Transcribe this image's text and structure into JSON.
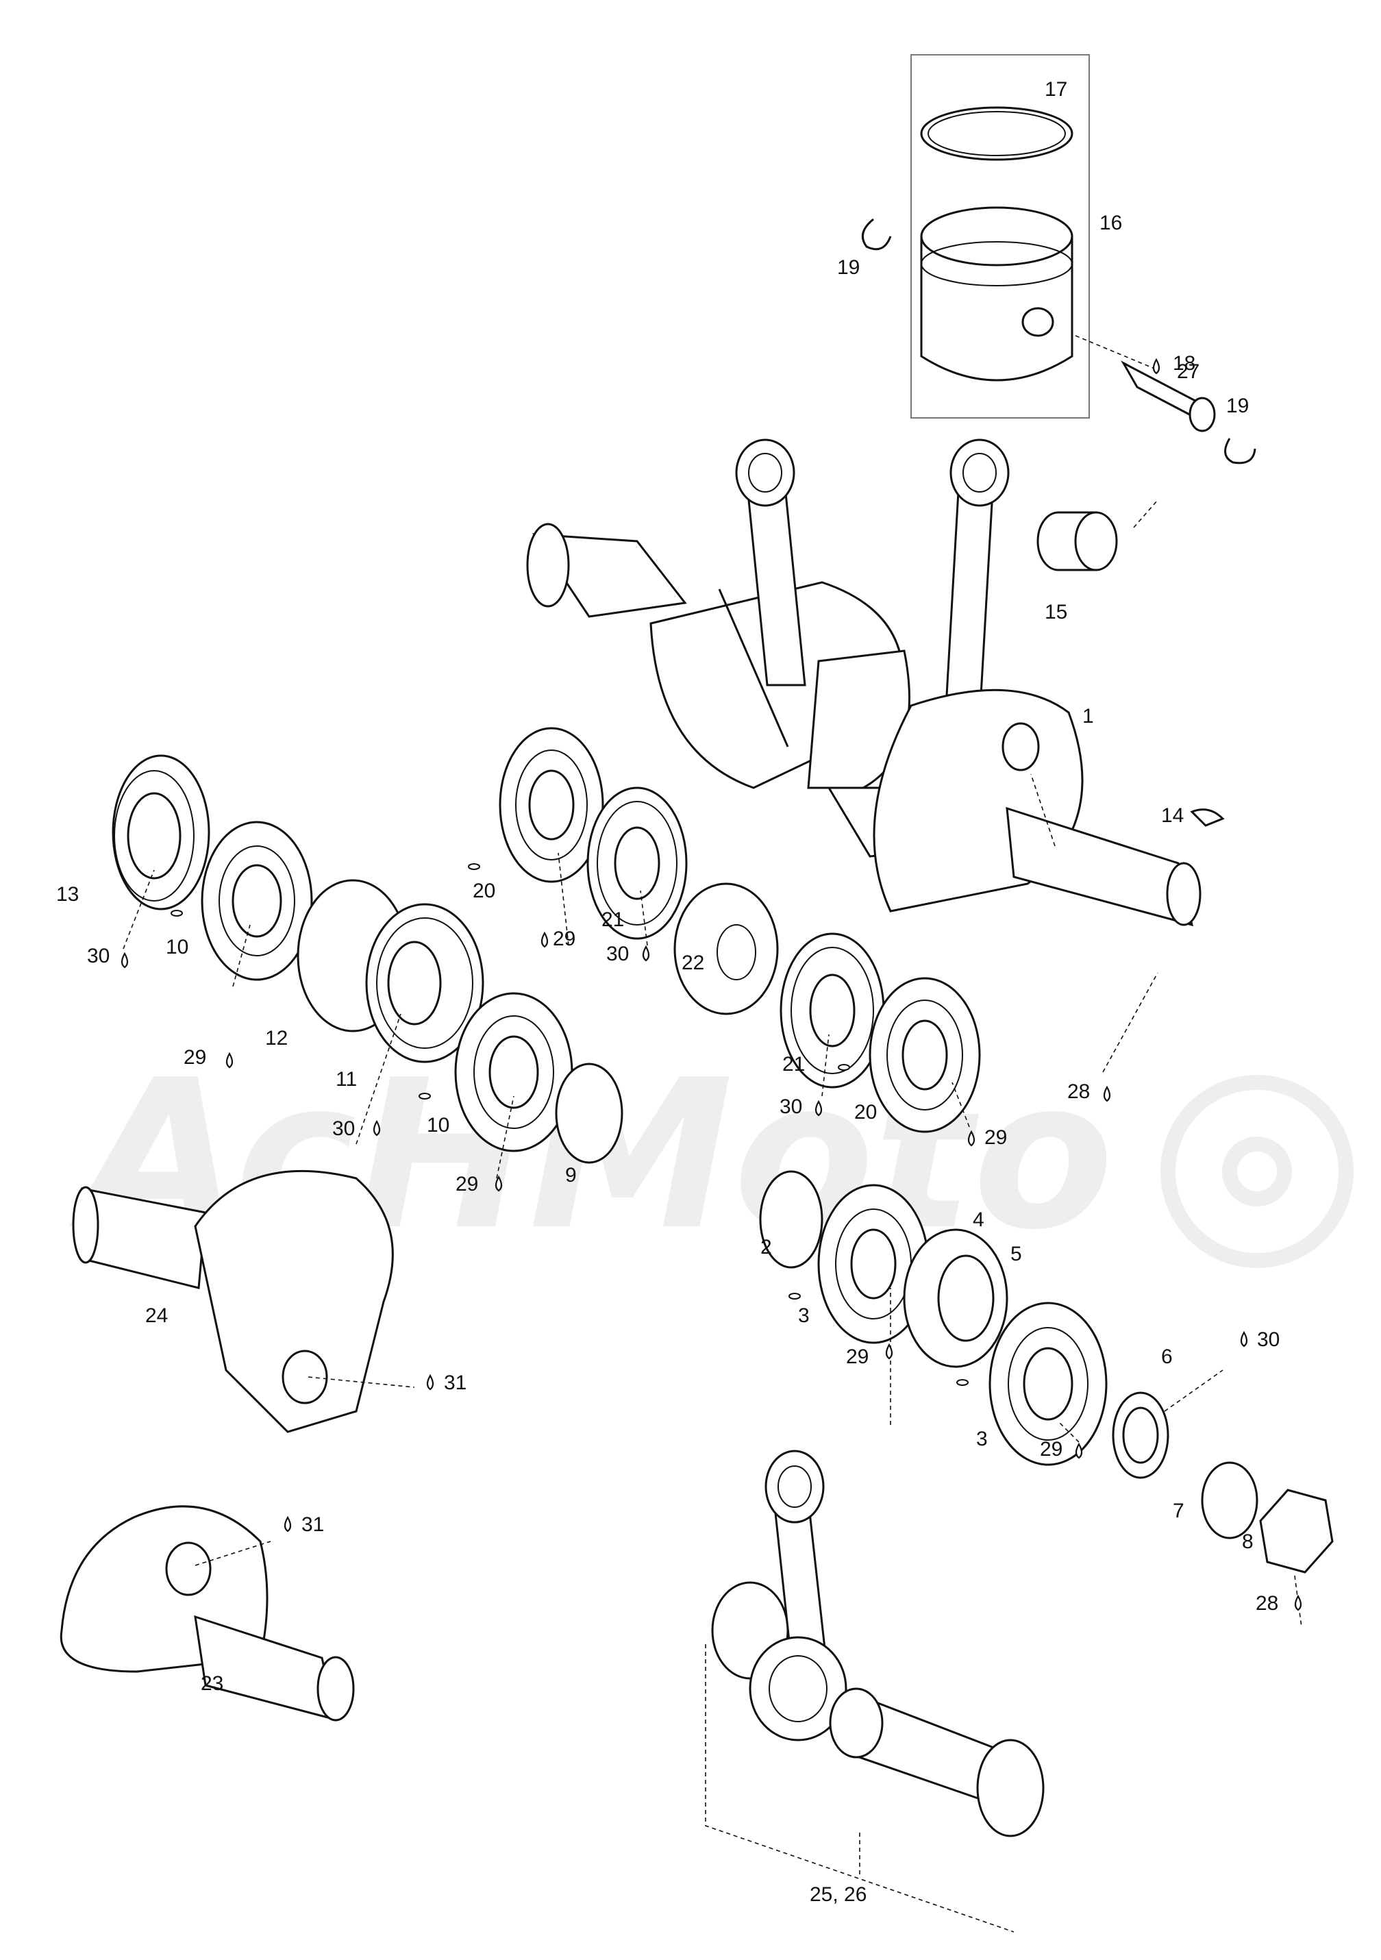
{
  "watermark": "AcHMoto",
  "labels": {
    "l1": "1",
    "l2": "2",
    "l3a": "3",
    "l3b": "3",
    "l4": "4",
    "l5": "5",
    "l6": "6",
    "l7": "7",
    "l8": "8",
    "l9": "9",
    "l10a": "10",
    "l10b": "10",
    "l11": "11",
    "l12": "12",
    "l13": "13",
    "l14": "14",
    "l15": "15",
    "l16": "16",
    "l17": "17",
    "l18": "18",
    "l19a": "19",
    "l19b": "19",
    "l20a": "20",
    "l20b": "20",
    "l21a": "21",
    "l21b": "21",
    "l22": "22",
    "l23": "23",
    "l24": "24",
    "l25": "25, 26",
    "l27": "27",
    "l28a": "28",
    "l28b": "28",
    "l29a": "29",
    "l29b": "29",
    "l29c": "29",
    "l29d": "29",
    "l29e": "29",
    "l29f": "29",
    "l30a": "30",
    "l30b": "30",
    "l30c": "30",
    "l30d": "30",
    "l30e": "30",
    "l31a": "31",
    "l31b": "31"
  }
}
